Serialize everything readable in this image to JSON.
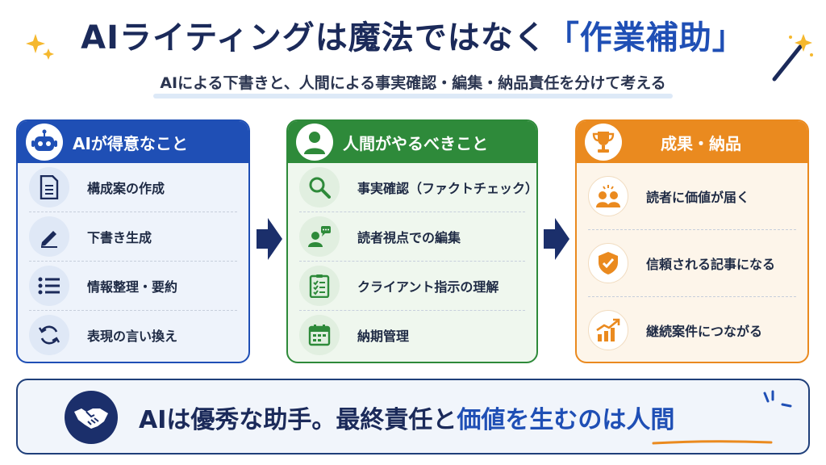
{
  "title": {
    "main": "AIライティングは魔法ではなく",
    "accent": "「作業補助」"
  },
  "subtitle": "AIによる下書きと、人間による事実確認・編集・納品責任を分けて考える",
  "panels": {
    "ai": {
      "title": "AIが得意なこと",
      "items": [
        "構成案の作成",
        "下書き生成",
        "情報整理・要約",
        "表現の言い換え"
      ]
    },
    "human": {
      "title": "人間がやるべきこと",
      "items": [
        "事実確認（ファクトチェック）",
        "読者視点での編集",
        "クライアント指示の理解",
        "納期管理"
      ]
    },
    "result": {
      "title": "成果・納品",
      "items": [
        "読者に価値が届く",
        "信頼される記事になる",
        "継続案件につながる"
      ]
    }
  },
  "bottom": {
    "part1": "AIは優秀な助手。最終責任と",
    "part2": "価値を生むのは人間"
  },
  "colors": {
    "blue": "#1f4fb5",
    "green": "#2e8a3a",
    "orange": "#ea8a1f",
    "navy": "#1b2a5a"
  }
}
